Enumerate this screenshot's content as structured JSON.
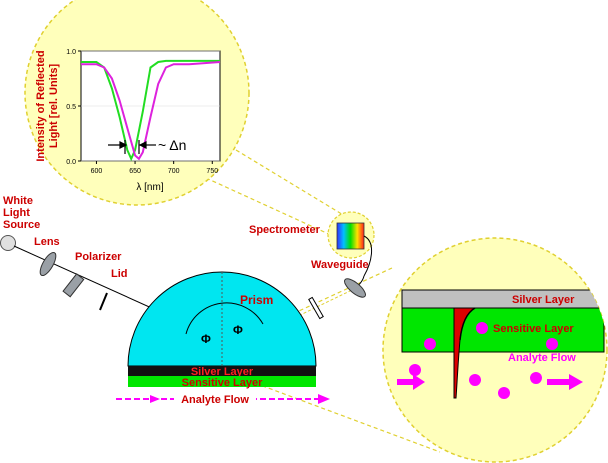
{
  "colors": {
    "circle_fill": "#ffffbb",
    "dashed_yellow": "#e0d030",
    "prism_cyan": "#00e6f0",
    "silver_black": "#111111",
    "sensitive_green": "#00e600",
    "analyte_magenta": "#ff00ff",
    "label_red": "#cc0000",
    "curve_green": "#22dd22",
    "curve_magenta": "#dd22dd",
    "silver_gray": "#c0c0c0"
  },
  "labels": {
    "white_light_source": [
      "White",
      "Light",
      "Source"
    ],
    "lens": "Lens",
    "polarizer": "Polarizer",
    "lid": "Lid",
    "prism": "Prism",
    "phi1": "Φ",
    "phi2": "Φ",
    "silver_layer": "Silver Layer",
    "sensitive_layer": "Sensitive Layer",
    "analyte_flow": "Analyte Flow",
    "spectrometer": "Spectrometer",
    "waveguide": "Waveguide"
  },
  "zoom": {
    "silver_layer": "Silver Layer",
    "sensitive_layer": "Sensitive Layer",
    "analyte_flow": "Analyte Flow"
  },
  "chart_data": {
    "type": "line",
    "ylabel": [
      "Intensity of Reflected",
      "Light [rel. Units]"
    ],
    "xlabel": "λ [nm]",
    "annotation": "~ Δn",
    "xlim": [
      580,
      760
    ],
    "ylim": [
      0,
      1
    ],
    "x_ticks": [
      "600",
      "650",
      "700",
      "750"
    ],
    "y_ticks": [
      "0.0",
      "0.5",
      "1.0"
    ],
    "series": [
      {
        "color": "green",
        "x": [
          580,
          600,
          610,
          620,
          630,
          640,
          645,
          650,
          660,
          670,
          680,
          690,
          700,
          720,
          740,
          760
        ],
        "y": [
          0.9,
          0.9,
          0.85,
          0.66,
          0.4,
          0.1,
          0.02,
          0.1,
          0.45,
          0.85,
          0.9,
          0.91,
          0.91,
          0.91,
          0.91,
          0.91
        ]
      },
      {
        "color": "magenta",
        "x": [
          580,
          600,
          610,
          620,
          630,
          640,
          650,
          655,
          660,
          670,
          680,
          690,
          700,
          720,
          740,
          760
        ],
        "y": [
          0.88,
          0.88,
          0.85,
          0.75,
          0.55,
          0.3,
          0.05,
          0.02,
          0.08,
          0.4,
          0.7,
          0.85,
          0.88,
          0.88,
          0.89,
          0.9
        ]
      }
    ]
  }
}
